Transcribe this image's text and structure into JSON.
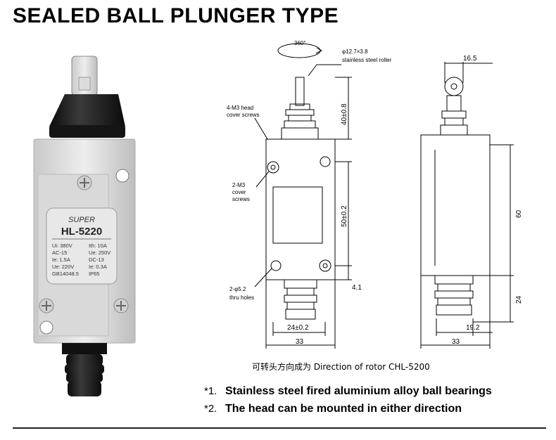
{
  "title": "SEALED BALL PLUNGER TYPE",
  "product": {
    "brand": "SUPER",
    "model": "HL-5220",
    "specs_left": [
      "Ui: 380V",
      "AC-15",
      "Ie: 1.5A",
      "Ue: 220V",
      "GB14048.5"
    ],
    "specs_right": [
      "Ith: 10A",
      "Ue: 250V",
      "DC-13",
      "Ie: 0.3A",
      "IP65"
    ]
  },
  "drawing": {
    "rotation": "360°",
    "roller_size": "φ12.7×3.8",
    "roller_label": "stainless steel roller",
    "head_screws_1": "4-M3 head",
    "head_screws_2": "cover screws",
    "cover_screws_1": "2-M3",
    "cover_screws_2": "cover",
    "cover_screws_3": "screws",
    "thru_holes_1": "2-φ5.2",
    "thru_holes_2": "thru holes",
    "dim_40": "40±0.8",
    "dim_50": "50±0.2",
    "dim_4_1": "4.1",
    "dim_24_front": "24±0.2",
    "dim_33_front": "33",
    "dim_16_5": "16.5",
    "dim_60": "60",
    "dim_24_side": "24",
    "dim_19_2": "19.2",
    "dim_33_side": "33"
  },
  "caption": "可转头方向成为 Direction of rotor CHL-5200",
  "notes": [
    {
      "marker": "*1.",
      "text": "Stainless steel fired aluminium alloy ball bearings"
    },
    {
      "marker": "*2.",
      "text": "The head can be mounted in either direction"
    }
  ]
}
